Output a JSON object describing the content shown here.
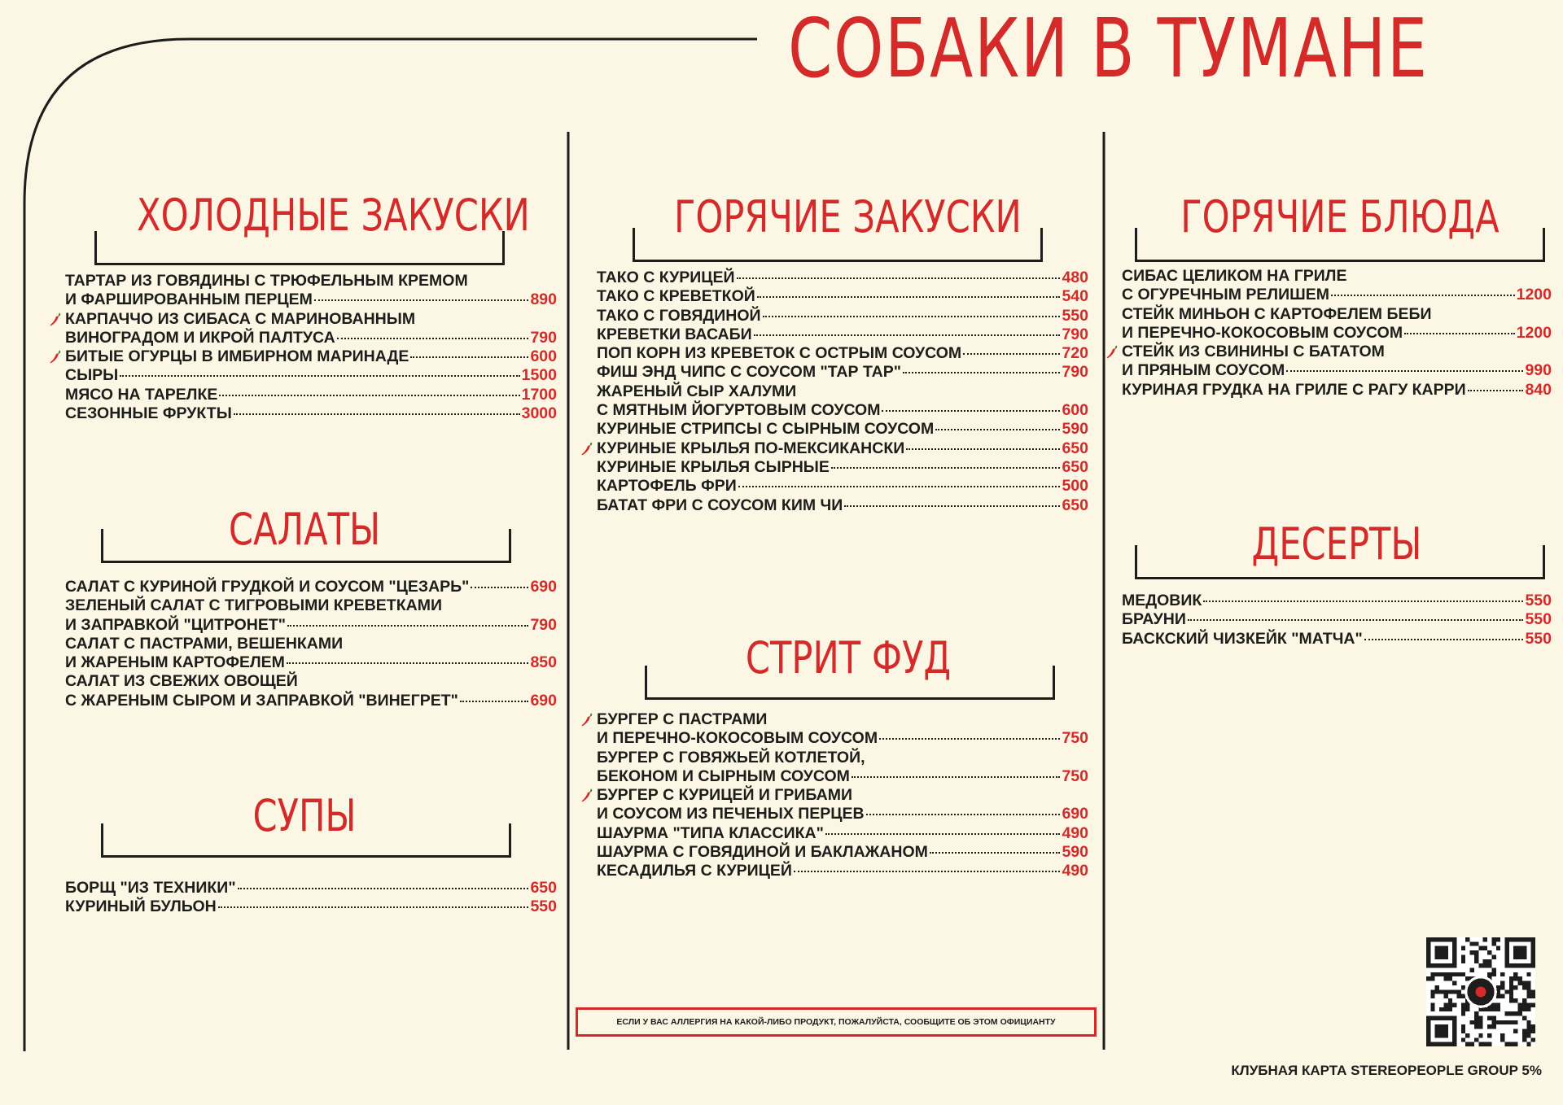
{
  "restaurant_name": "СОБАКИ В ТУМАНЕ",
  "colors": {
    "accent": "#d42a2a",
    "text": "#1d1d1b",
    "background": "#fbf7e4"
  },
  "icons": {
    "spicy": "chili-pepper-icon",
    "qr": "qr-code-icon"
  },
  "sections": [
    {
      "id": "cold-appetizers",
      "title": "ХОЛОДНЫЕ ЗАКУСКИ",
      "items": [
        {
          "lines": [
            "ТАРТАР ИЗ ГОВЯДИНЫ С ТРЮФЕЛЬНЫМ КРЕМОМ",
            "И ФАРШИРОВАННЫМ ПЕРЦЕМ"
          ],
          "price": "890"
        },
        {
          "lines": [
            "КАРПАЧЧО ИЗ СИБАСА С МАРИНОВАННЫМ",
            "ВИНОГРАДОМ И ИКРОЙ ПАЛТУСА"
          ],
          "price": "790",
          "spicy": true
        },
        {
          "lines": [
            "БИТЫЕ ОГУРЦЫ В ИМБИРНОМ МАРИНАДЕ"
          ],
          "price": "600",
          "spicy": true
        },
        {
          "lines": [
            "СЫРЫ"
          ],
          "price": "1500"
        },
        {
          "lines": [
            "МЯСО НА ТАРЕЛКЕ"
          ],
          "price": "1700"
        },
        {
          "lines": [
            "СЕЗОННЫЕ ФРУКТЫ"
          ],
          "price": "3000"
        }
      ]
    },
    {
      "id": "salads",
      "title": "САЛАТЫ",
      "items": [
        {
          "lines": [
            "САЛАТ С КУРИНОЙ ГРУДКОЙ И СОУСОМ \"ЦЕЗАРЬ\""
          ],
          "price": "690"
        },
        {
          "lines": [
            "ЗЕЛЕНЫЙ САЛАТ С ТИГРОВЫМИ КРЕВЕТКАМИ",
            "И ЗАПРАВКОЙ \"ЦИТРОНЕТ\""
          ],
          "price": "790"
        },
        {
          "lines": [
            "САЛАТ С ПАСТРАМИ, ВЕШЕНКАМИ",
            "И ЖАРЕНЫМ КАРТОФЕЛЕМ"
          ],
          "price": "850"
        },
        {
          "lines": [
            "САЛАТ ИЗ СВЕЖИХ ОВОЩЕЙ",
            "С ЖАРЕНЫМ СЫРОМ И ЗАПРАВКОЙ \"ВИНЕГРЕТ\""
          ],
          "price": "690"
        }
      ]
    },
    {
      "id": "soups",
      "title": "СУПЫ",
      "items": [
        {
          "lines": [
            "БОРЩ \"ИЗ ТЕХНИКИ\""
          ],
          "price": "650"
        },
        {
          "lines": [
            "КУРИНЫЙ БУЛЬОН"
          ],
          "price": "550"
        }
      ]
    },
    {
      "id": "hot-appetizers",
      "title": "ГОРЯЧИЕ ЗАКУСКИ",
      "items": [
        {
          "lines": [
            "ТАКО С КУРИЦЕЙ"
          ],
          "price": "480"
        },
        {
          "lines": [
            "ТАКО С КРЕВЕТКОЙ"
          ],
          "price": "540"
        },
        {
          "lines": [
            "ТАКО С ГОВЯДИНОЙ"
          ],
          "price": "550"
        },
        {
          "lines": [
            "КРЕВЕТКИ ВАСАБИ"
          ],
          "price": "790"
        },
        {
          "lines": [
            "ПОП КОРН ИЗ КРЕВЕТОК С ОСТРЫМ СОУСОМ"
          ],
          "price": "720"
        },
        {
          "lines": [
            "ФИШ ЭНД ЧИПС С СОУСОМ \"ТАР ТАР\""
          ],
          "price": "790"
        },
        {
          "lines": [
            "ЖАРЕНЫЙ СЫР ХАЛУМИ",
            "С МЯТНЫМ ЙОГУРТОВЫМ СОУСОМ"
          ],
          "price": "600"
        },
        {
          "lines": [
            "КУРИНЫЕ СТРИПСЫ С СЫРНЫМ СОУСОМ"
          ],
          "price": "590"
        },
        {
          "lines": [
            "КУРИНЫЕ КРЫЛЬЯ ПО-МЕКСИКАНСКИ"
          ],
          "price": "650",
          "spicy": true
        },
        {
          "lines": [
            "КУРИНЫЕ КРЫЛЬЯ СЫРНЫЕ"
          ],
          "price": "650"
        },
        {
          "lines": [
            "КАРТОФЕЛЬ ФРИ"
          ],
          "price": "500"
        },
        {
          "lines": [
            "БАТАТ ФРИ С СОУСОМ КИМ ЧИ"
          ],
          "price": "650"
        }
      ]
    },
    {
      "id": "street-food",
      "title": "СТРИТ ФУД",
      "items": [
        {
          "lines": [
            "БУРГЕР С ПАСТРАМИ",
            "И ПЕРЕЧНО-КОКОСОВЫМ СОУСОМ"
          ],
          "price": "750",
          "spicy": true
        },
        {
          "lines": [
            "БУРГЕР С ГОВЯЖЬЕЙ КОТЛЕТОЙ,",
            "БЕКОНОМ И СЫРНЫМ СОУСОМ"
          ],
          "price": "750"
        },
        {
          "lines": [
            "БУРГЕР С КУРИЦЕЙ И ГРИБАМИ",
            "И СОУСОМ ИЗ ПЕЧЕНЫХ ПЕРЦЕВ"
          ],
          "price": "690",
          "spicy": true
        },
        {
          "lines": [
            "ШАУРМА \"ТИПА КЛАССИКА\""
          ],
          "price": "490"
        },
        {
          "lines": [
            "ШАУРМА С ГОВЯДИНОЙ И БАКЛАЖАНОМ"
          ],
          "price": "590"
        },
        {
          "lines": [
            "КЕСАДИЛЬЯ С КУРИЦЕЙ"
          ],
          "price": "490"
        }
      ]
    },
    {
      "id": "hot-dishes",
      "title": "ГОРЯЧИЕ БЛЮДА",
      "items": [
        {
          "lines": [
            "СИБАС ЦЕЛИКОМ НА ГРИЛЕ",
            "С ОГУРЕЧНЫМ РЕЛИШЕМ"
          ],
          "price": "1200"
        },
        {
          "lines": [
            "СТЕЙК МИНЬОН С КАРТОФЕЛЕМ БЕБИ",
            "И ПЕРЕЧНО-КОКОСОВЫМ СОУСОМ"
          ],
          "price": "1200"
        },
        {
          "lines": [
            "СТЕЙК ИЗ СВИНИНЫ С БАТАТОМ",
            "И ПРЯНЫМ СОУСОМ"
          ],
          "price": "990",
          "spicy": true
        },
        {
          "lines": [
            "КУРИНАЯ ГРУДКА НА ГРИЛЕ С РАГУ КАРРИ"
          ],
          "price": "840"
        }
      ]
    },
    {
      "id": "desserts",
      "title": "ДЕСЕРТЫ",
      "items": [
        {
          "lines": [
            "МЕДОВИК"
          ],
          "price": "550"
        },
        {
          "lines": [
            "БРАУНИ"
          ],
          "price": "550"
        },
        {
          "lines": [
            "БАСКСКИЙ ЧИЗКЕЙК \"МАТЧА\""
          ],
          "price": "550"
        }
      ]
    }
  ],
  "allergy_note": "ЕСЛИ У ВАС АЛЛЕРГИЯ НА КАКОЙ-ЛИБО ПРОДУКТ, ПОЖАЛУЙСТА, СООБЩИТЕ ОБ ЭТОМ ОФИЦИАНТУ",
  "club_card": "КЛУБНАЯ КАРТА STEREOPEOPLE GROUP 5%"
}
